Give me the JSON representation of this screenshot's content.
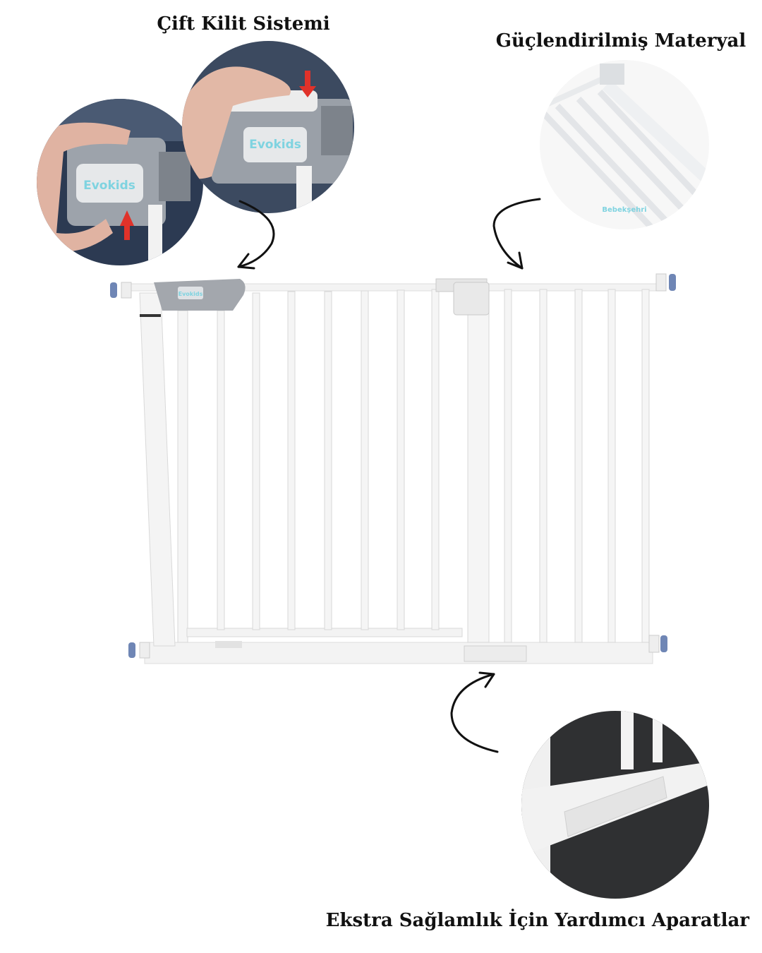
{
  "callouts": {
    "lock": {
      "title": "Çift Kilit Sistemi",
      "brand": "Evokids"
    },
    "material": {
      "title": "Güçlendirilmiş Materyal",
      "watermark": "Bebekşehri"
    },
    "accessories": {
      "title": "Ekstra Sağlamlık İçin Yardımcı Aparatlar"
    }
  },
  "gate": {
    "latch_brand": "Evokids"
  },
  "colors": {
    "brand_text": "#7fd3e0",
    "arrow_red": "#e0322a",
    "knob_blue": "#6f86b5",
    "frame": "#f1f1f1"
  }
}
